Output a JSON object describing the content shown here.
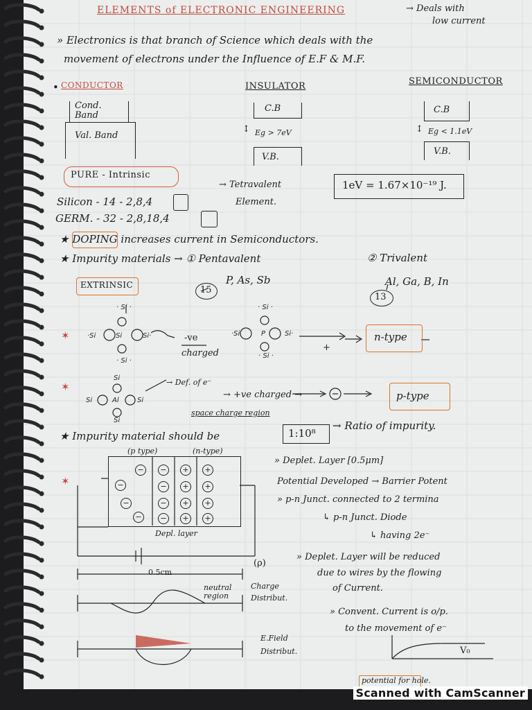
{
  "title": "ELEMENTS of ELECTRONIC ENGINEERING",
  "title_note": "→ Deals with",
  "title_note2": "low current",
  "intro1": "» Electronics is that branch of Science which deals with the",
  "intro2": "movement of electrons under the Influence of E.F & M.F.",
  "bands": {
    "conductor": "CONDUCTOR",
    "insulator": "INSULATOR",
    "semiconductor": "SEMICONDUCTOR",
    "cond_band": "Cond. Band",
    "val_band": "Val. Band",
    "cb": "C.B",
    "vb": "V.B.",
    "ins_gap": "Eg > 7eV",
    "semi_gap": "Eg < 1.1eV"
  },
  "pure": {
    "heading": "PURE - Intrinsic",
    "silicon": "Silicon - 14 - 2,8,4",
    "germanium": "GERM. - 32 - 2,8,18,4",
    "tetra": "→ Tetravalent",
    "tetra2": "Element.",
    "ev": "1eV = 1.67×10⁻¹⁹ J."
  },
  "doping": {
    "line": "★ DOPING increases current in Semiconductors.",
    "impurity": "★ Impurity materials → ① Pentavalent",
    "trivalent": "② Trivalent",
    "extrinsic": "EXTRINSIC",
    "penta_el": "P, As, Sb",
    "tri_el": "Al, Ga, B, In",
    "n15": "15",
    "n13": "13"
  },
  "lattice": {
    "neg": "-ve",
    "charged": "charged",
    "plus": "+",
    "ntype": "n-type",
    "def": "→ Def. of e⁻",
    "pos": "→ +ve charged →",
    "ptype": "p-type",
    "space": "space charge region"
  },
  "ratio": {
    "line": "★ Impurity material should be",
    "value": "1:10⁸",
    "label": "→ Ratio of impurity."
  },
  "junction": {
    "p_label": "(p type)",
    "n_label": "(n-type)",
    "depl_label": "Depl. layer",
    "width": "0.5cm",
    "neutral": "neutral region",
    "charge": "Charge Distribut.",
    "efield": "E.Field Distribut.",
    "rho": "(ρ)",
    "vo": "V₀",
    "pot": "potential for hole."
  },
  "notes": {
    "depl": "» Deplet. Layer [0.5μm]",
    "pot_dev": "Potential Developed → Barrier Potent",
    "pn": "» p-n Junct. connected to 2 termina",
    "pn2": "↳ p-n Junct. Diode",
    "pn3": "↳ having 2e⁻",
    "reduced": "» Deplet. Layer will be reduced",
    "reduced2": "due to wires by the flowing",
    "reduced3": "of Current.",
    "conv": "» Convent. Current is o/p.",
    "conv2": "to the movement of e⁻"
  },
  "footer": "Scanned with CamScanner"
}
